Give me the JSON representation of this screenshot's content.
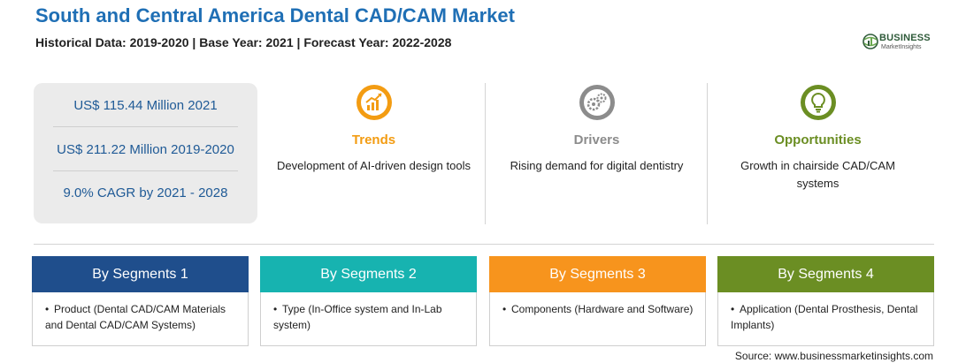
{
  "header": {
    "title": "South and Central America Dental CAD/CAM Market",
    "subtitle": "Historical Data: 2019-2020 | Base Year: 2021 | Forecast Year: 2022-2028"
  },
  "logo": {
    "line1": "BUSINESS",
    "line2": "MarketInsights"
  },
  "stats": [
    "US$ 115.44 Million 2021",
    "US$ 211.22 Million 2019-2020",
    "9.0% CAGR by 2021 - 2028"
  ],
  "columns": {
    "trends": {
      "heading": "Trends",
      "text": "Development of AI-driven design tools",
      "color": "#f39c12",
      "icon": "trend-chart-icon"
    },
    "drivers": {
      "heading": "Drivers",
      "text": "Rising demand for digital dentistry",
      "color": "#8c8c8c",
      "icon": "gears-icon"
    },
    "opportunities": {
      "heading": "Opportunities",
      "text": "Growth in chairside CAD/CAM systems",
      "color": "#6b8e23",
      "icon": "lightbulb-icon"
    }
  },
  "segments": [
    {
      "title": "By Segments 1",
      "bullet": "•",
      "text": "Product (Dental CAD/CAM Materials and Dental CAD/CAM Systems)",
      "color": "#1f4e8c"
    },
    {
      "title": "By Segments 2",
      "bullet": "•",
      "text": "Type (In-Office system and In-Lab system)",
      "color": "#17b3b0"
    },
    {
      "title": "By Segments 3",
      "bullet": "•",
      "text": "Components (Hardware and Software)",
      "color": "#f7941d"
    },
    {
      "title": "By Segments 4",
      "bullet": "•",
      "text": "Application (Dental Prosthesis, Dental Implants)",
      "color": "#6b8e23"
    }
  ],
  "footer": {
    "source": "Source: www.businessmarketinsights.com"
  }
}
